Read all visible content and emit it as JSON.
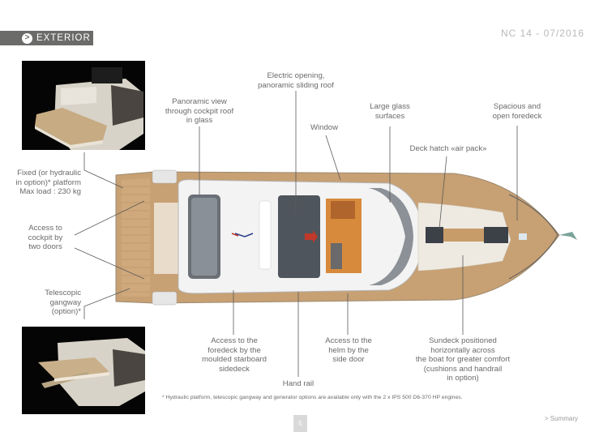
{
  "header": {
    "section_label": "EXTERIOR",
    "section_icon": "chevron-right-circle-icon",
    "doc_ref": "NC 14 - 07/2016"
  },
  "photos": {
    "top": "Fixed/hydraulic swim platform photo",
    "bottom": "Telescopic gangway photo"
  },
  "callouts": {
    "platform": "Fixed (or hydraulic\nin option)* platform\nMax load : 230 kg",
    "cockpit_access": "Access to\ncockpit by\ntwo doors",
    "gangway": "Telescopic\ngangway\n(option)*",
    "panoramic_view": "Panoramic view\nthrough cockpit roof\nin glass",
    "sliding_roof": "Electric opening,\npanoramic sliding roof",
    "window": "Window",
    "glass_surfaces": "Large glass\nsurfaces",
    "deck_hatch": "Deck hatch «air pack»",
    "foredeck": "Spacious and\nopen foredeck",
    "starboard_sidedeck": "Access to the\nforedeck by the\nmoulded starboard\nsidedeck",
    "hand_rail": "Hand rail",
    "helm_access": "Access to the\nhelm by the\nside door",
    "sundeck": "Sundeck positioned\nhorizontally across\nthe boat for greater comfort\n(cushions and handrail\nin option)"
  },
  "footer": {
    "footnote": "* Hydraulic platform, telescopic gangway and generator options are available only with the 2 x IPS 500 D6-370 HP engines.",
    "page_number": "5",
    "summary_link": "> Summary"
  },
  "colors": {
    "tab_bg": "#6b6b69",
    "teak": "#c9a57a",
    "hull_white": "#f2f2f2",
    "glass": "#5b6168",
    "text": "#6a6a6a"
  }
}
